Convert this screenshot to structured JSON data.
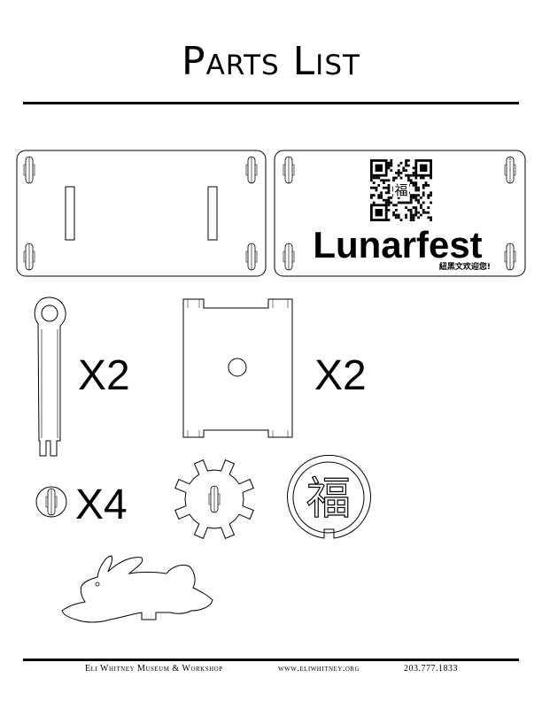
{
  "page": {
    "title": "Parts List"
  },
  "parts": [
    {
      "name": "Base panel with slots"
    },
    {
      "name": "Base panel with QR code and logo",
      "logo_text": "Lunarfest",
      "tagline": "紐黑文欢迎您!",
      "seal_glyph": "福"
    },
    {
      "name": "Arm",
      "quantity": "X2"
    },
    {
      "name": "Side panel",
      "quantity": "X2"
    },
    {
      "name": "Round peg",
      "quantity": "X4"
    },
    {
      "name": "Gear"
    },
    {
      "name": "Character disc",
      "glyph": "福"
    },
    {
      "name": "Rabbit"
    }
  ],
  "footer": {
    "organization": "Eli Whitney Museum & Workshop",
    "website": "www.eliwhitney.org",
    "phone": "203.777.1833"
  }
}
